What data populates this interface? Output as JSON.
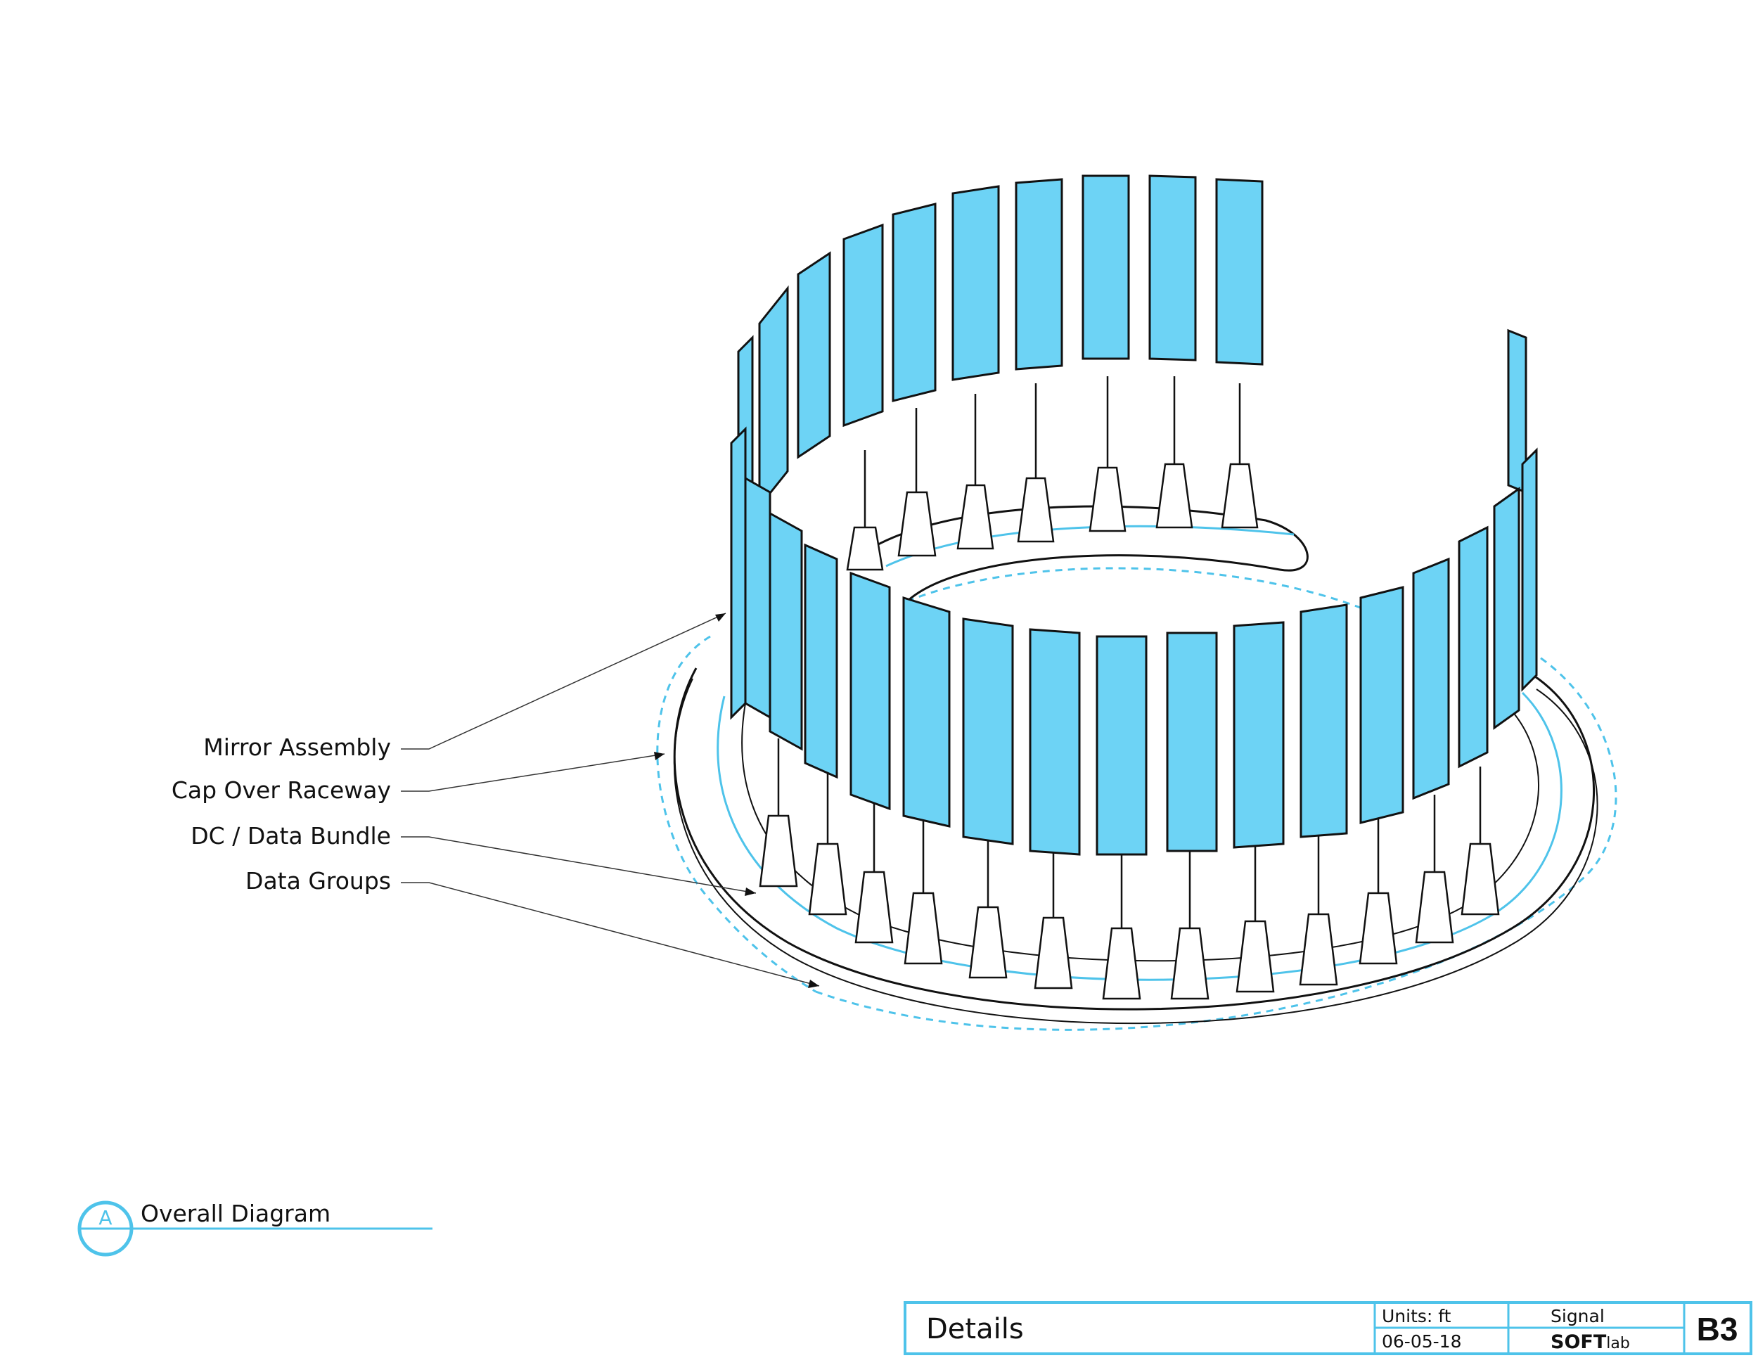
{
  "callouts": [
    {
      "id": "mirror",
      "label": "Mirror Assembly"
    },
    {
      "id": "cap",
      "label": "Cap Over Raceway"
    },
    {
      "id": "bundle",
      "label": "DC / Data Bundle"
    },
    {
      "id": "groups",
      "label": "Data Groups"
    }
  ],
  "view": {
    "badge_letter": "A",
    "title": "Overall Diagram"
  },
  "title_block": {
    "section": "Details",
    "units": "Units: ft",
    "date": "06-05-18",
    "project": "Signal",
    "brand_bold": "SOFT",
    "brand_light": "lab",
    "sheet": "B3"
  },
  "colors": {
    "accent": "#4ec3ea",
    "panel_fill": "#6dd3f5",
    "line": "#111111"
  }
}
